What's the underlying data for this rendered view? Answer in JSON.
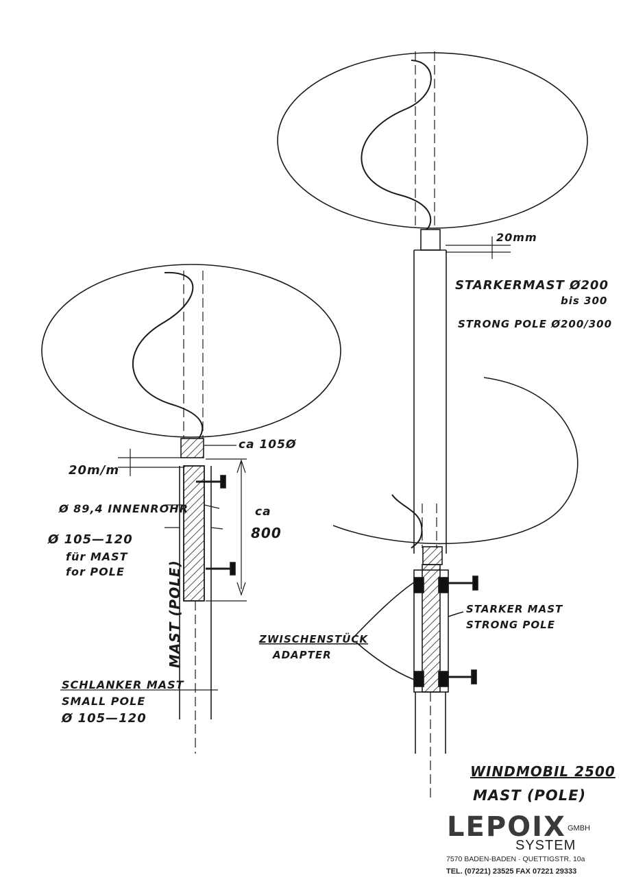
{
  "left_assembly": {
    "dim_top_dia": "ca 105Ø",
    "dim_gap": "20m/m",
    "dim_inner_tube": "Ø 89,4 INNENROHR",
    "dim_mast_dia": "Ø 105—120",
    "mast_for_de": "für MAST",
    "mast_for_en": "for POLE",
    "dim_insert_len_1": "ca",
    "dim_insert_len_2": "800",
    "mast_vertical": "MAST (POLE)",
    "small_mast_de": "SCHLANKER MAST",
    "small_mast_en": "SMALL POLE",
    "small_mast_dia": "Ø 105—120"
  },
  "right_assembly": {
    "dim_gap": "20mm",
    "strong_mast_de": "STARKERMAST Ø200",
    "strong_mast_range": "bis 300",
    "strong_mast_en": "STRONG POLE Ø200/300",
    "adapter_de": "ZWISCHENSTÜCK",
    "adapter_en": "ADAPTER",
    "sleeve_de": "STARKER MAST",
    "sleeve_en": "STRONG POLE"
  },
  "title_block": {
    "product": "WINDMOBIL 2500",
    "subtitle": "MAST (POLE)"
  },
  "company": {
    "logo": "LEPOIX",
    "gmbh": "GMBH",
    "system": "SYSTEM",
    "address": "7570 BADEN-BADEN · QUETTIGSTR. 10a",
    "phone": "TEL. (07221) 23525 FAX 07221 29333"
  },
  "colors": {
    "ink": "#1a1a1a",
    "paper": "#ffffff",
    "logo": "#3a3a3a"
  }
}
